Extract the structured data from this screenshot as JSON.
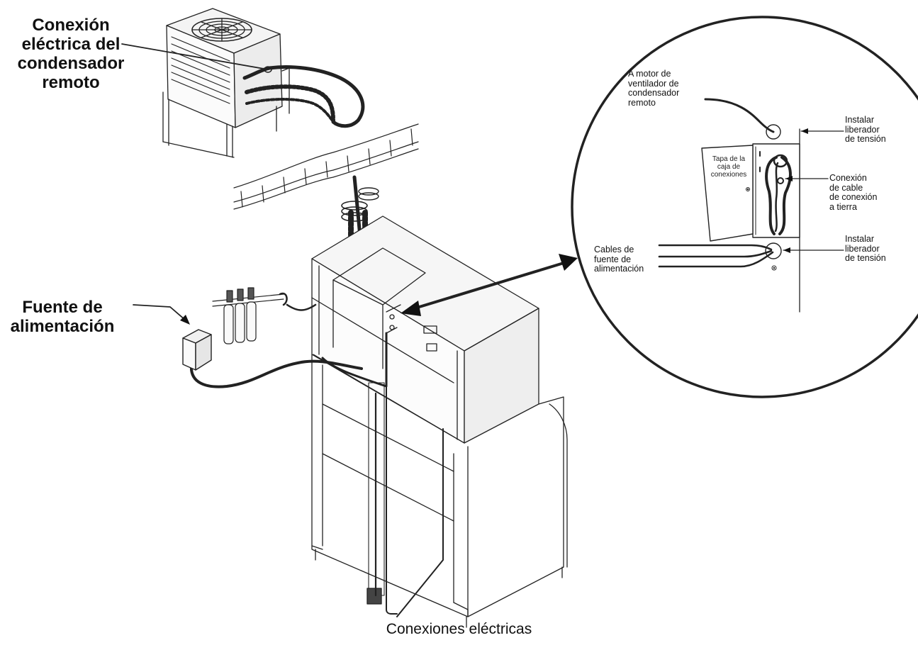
{
  "labels": {
    "condenser_connection": [
      "Conexión",
      "eléctrica del",
      "condensador",
      "remoto"
    ],
    "power_supply": [
      "Fuente de",
      "alimentación"
    ],
    "fan_motor": [
      "A motor de",
      "ventilador de",
      "condensador",
      "remoto"
    ],
    "strain_relief_top": [
      "Instalar",
      "liberador",
      "de tensión"
    ],
    "ground_connection": [
      "Conexión",
      "de cable",
      "de conexión",
      "a tierra"
    ],
    "strain_relief_bottom": [
      "Instalar",
      "liberador",
      "de tensión"
    ],
    "power_cables": [
      "Cables de",
      "fuente de",
      "alimentación"
    ],
    "box_cover": [
      "Tapa de la",
      "caja de",
      "conexiones"
    ]
  },
  "caption": "Conexiones eléctricas"
}
